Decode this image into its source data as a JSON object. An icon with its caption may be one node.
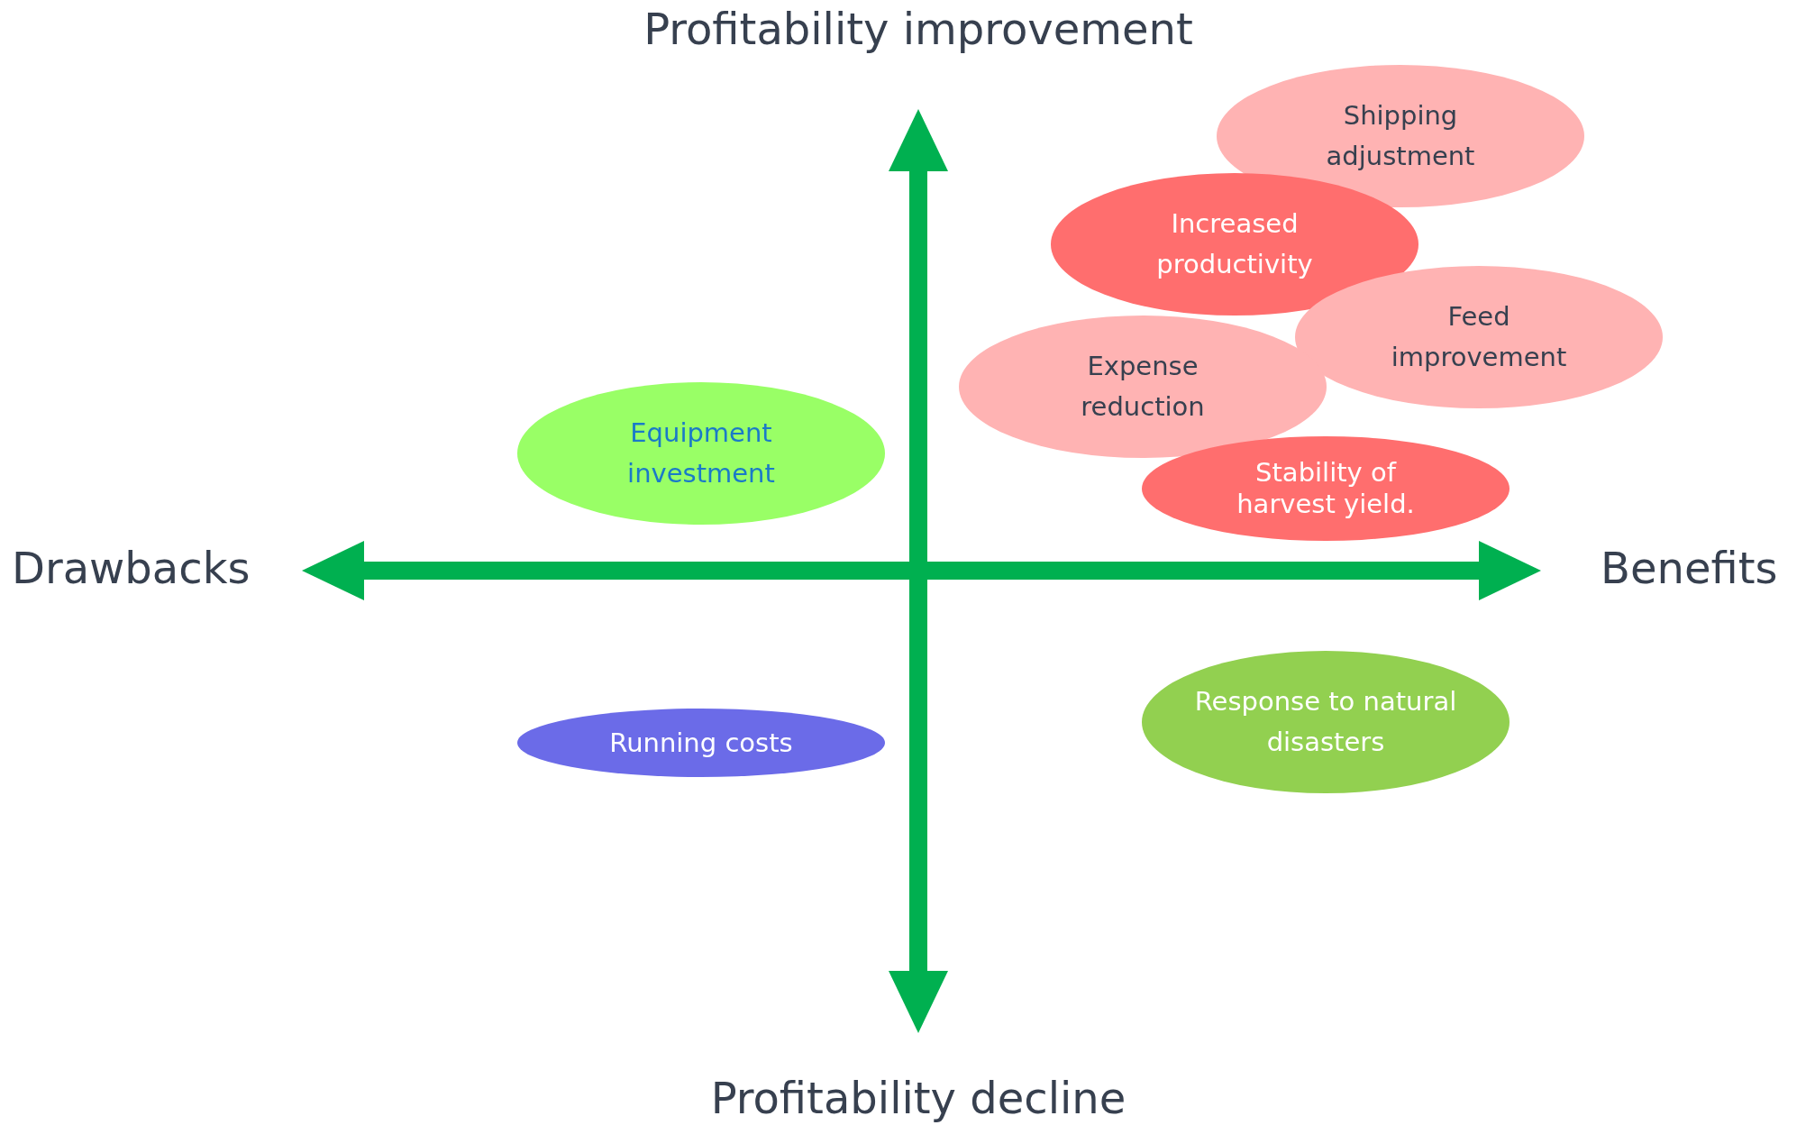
{
  "diagram": {
    "nodes": [
      {
        "text": [
          "Shipping adjustment"
        ]
      },
      {
        "text": [
          "Increased productivity"
        ]
      },
      {
        "text": [
          "Feed improvement"
        ]
      },
      {
        "text": [
          "Expense reduction"
        ]
      },
      {
        "text": [
          "Equipment investment"
        ]
      },
      {
        "text": [
          "Stability of harvest yield."
        ]
      },
      {
        "text": [
          "Response to natural disasters"
        ]
      },
      {
        "text": [
          "Running costs"
        ]
      }
    ],
    "labels": [
      "Profitability improvement",
      "Drawbacks",
      "Benefits",
      "Profitability decline"
    ]
  }
}
